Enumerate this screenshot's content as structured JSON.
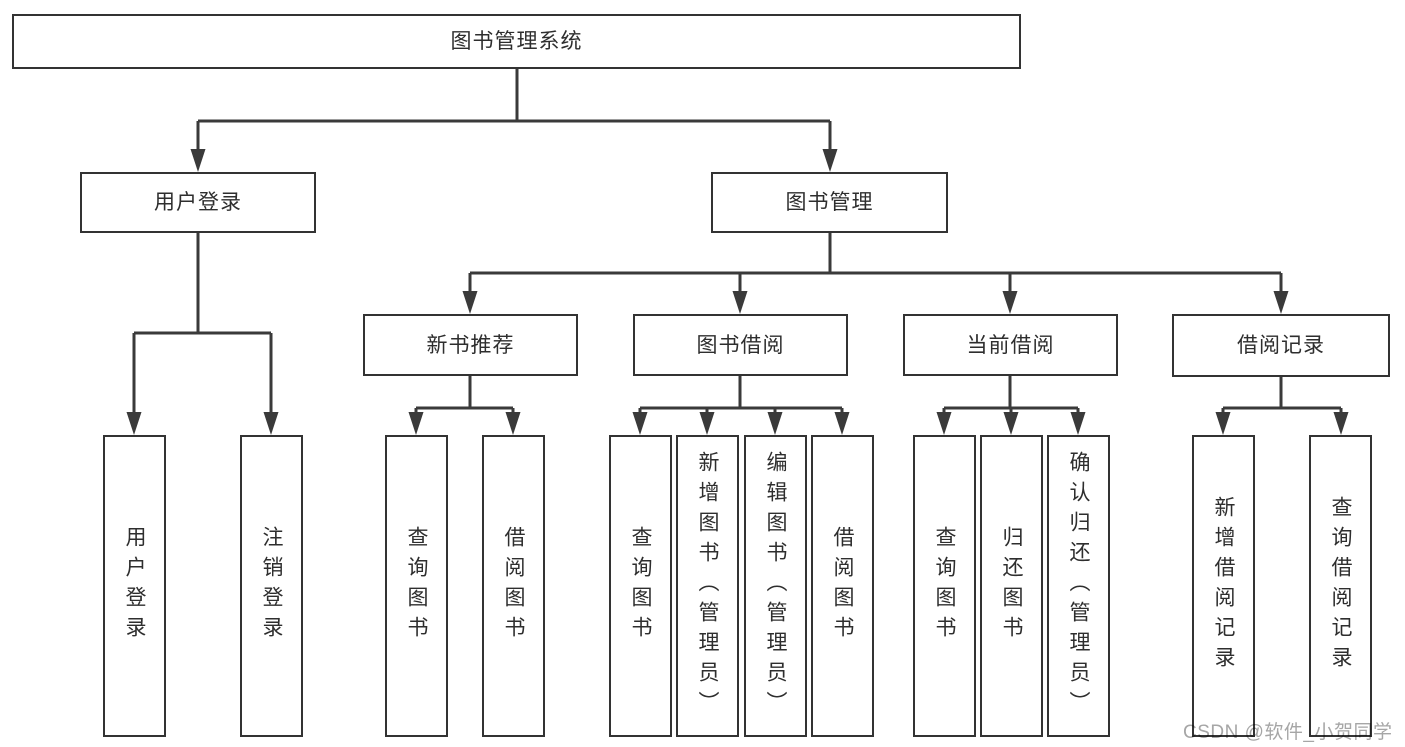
{
  "tree": {
    "root": {
      "label": "图书管理系统"
    },
    "level2": [
      {
        "label": "用户登录"
      },
      {
        "label": "图书管理"
      }
    ],
    "level3": [
      {
        "label": "新书推荐"
      },
      {
        "label": "图书借阅"
      },
      {
        "label": "当前借阅"
      },
      {
        "label": "借阅记录"
      }
    ],
    "user_login_children": [
      {
        "label": "用户登录"
      },
      {
        "label": "注销登录"
      }
    ],
    "new_book_children": [
      {
        "label": "查询图书"
      },
      {
        "label": "借阅图书"
      }
    ],
    "book_borrow_children": [
      {
        "label": "查询图书"
      },
      {
        "label": "新增图书（管理员）"
      },
      {
        "label": "编辑图书（管理员）"
      },
      {
        "label": "借阅图书"
      }
    ],
    "current_borrow_children": [
      {
        "label": "查询图书"
      },
      {
        "label": "归还图书"
      },
      {
        "label": "确认归还（管理员）"
      }
    ],
    "borrow_record_children": [
      {
        "label": "新增借阅记录"
      },
      {
        "label": "查询借阅记录"
      }
    ]
  },
  "watermark": {
    "text": "CSDN @软件_小贺同学"
  },
  "colors": {
    "line": "#3a3a3a",
    "box_border": "#333333",
    "box_fill": "#ffffff",
    "text": "#2e2e2e",
    "watermark": "#a6a6a6",
    "background": "#ffffff"
  }
}
